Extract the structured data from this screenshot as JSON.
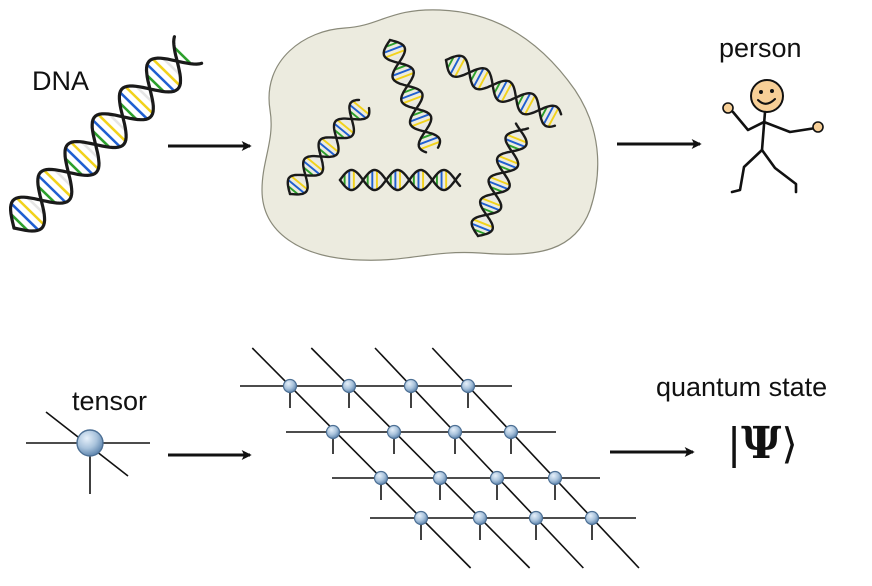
{
  "labels": {
    "dna": "DNA",
    "person": "person",
    "tensor": "tensor",
    "quantum_state": "quantum state",
    "psi_left": "|",
    "psi_symbol": "Ψ",
    "psi_right": "⟩"
  },
  "colors": {
    "strand": "#1a1a1a",
    "base_pair_palette": [
      "#d62728",
      "#2ca02c",
      "#1f5fd1",
      "#f2d21b",
      "#e6e6e6"
    ],
    "blob_fill": "#ecebdf",
    "node_fill": "#a9c3dc",
    "node_stroke": "#4c6f94",
    "face_fill": "#f7cf97",
    "line": "#111111"
  }
}
